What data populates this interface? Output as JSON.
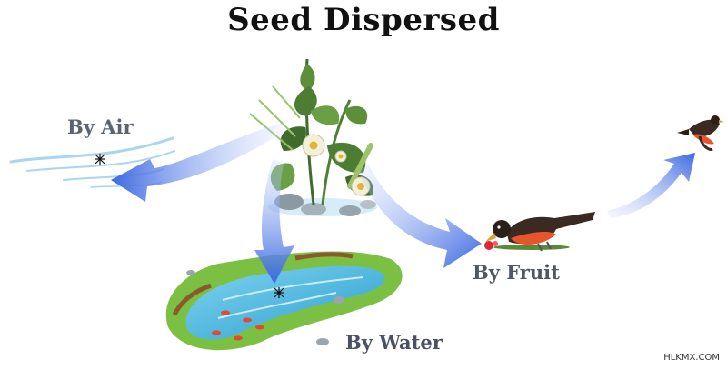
{
  "title": "Seed Dispersed",
  "labels": {
    "air": "By Air",
    "fruit": "By Fruit",
    "water": "By Water"
  },
  "watermark": "HLKMX.COM",
  "colors": {
    "arrow": "#3f6fe0",
    "arrow_light": "#9fb8f5",
    "wind": "#a9d4f2",
    "water": "#4fb8dc",
    "grass": "#7cc043",
    "plant_dark": "#3f6b2c",
    "robin_breast": "#e8542c"
  }
}
